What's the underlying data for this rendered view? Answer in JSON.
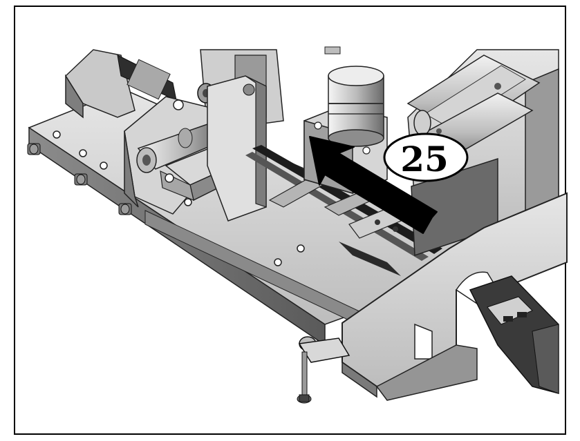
{
  "figure": {
    "step_number": "25",
    "subject": "machine-assembly",
    "arrow_direction": "up-left",
    "colors": {
      "frame": "#000000",
      "metal_light": "#d9d9d9",
      "metal_mid": "#a9a9a9",
      "metal_dark": "#6e6e6e",
      "shadow": "#3c3c3c",
      "arrow": "#000000",
      "callout_fill": "#ffffff"
    }
  }
}
